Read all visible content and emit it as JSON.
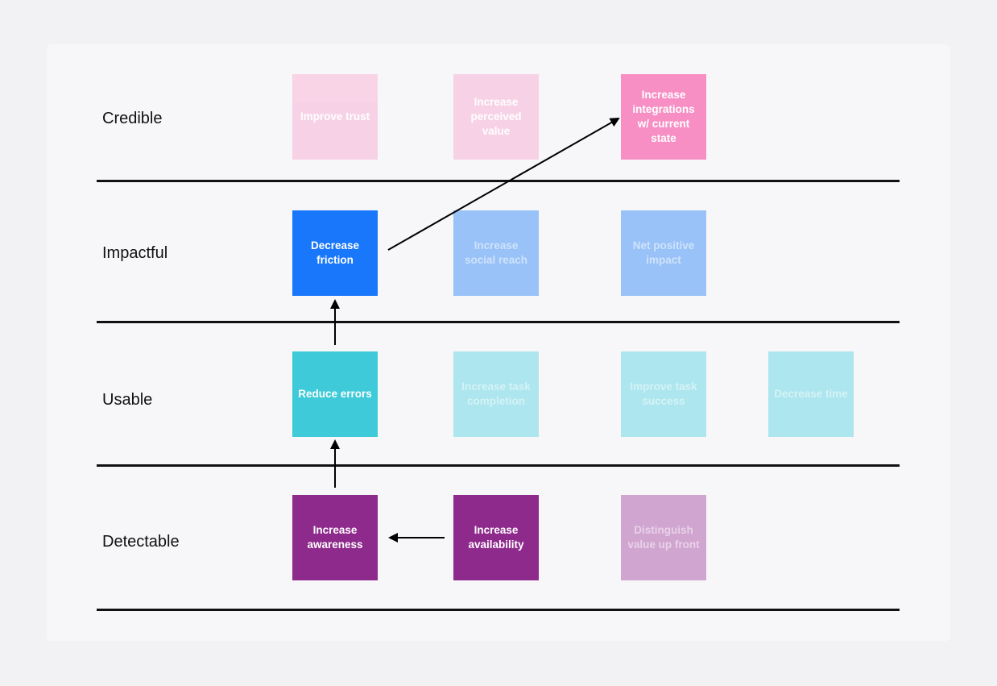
{
  "rows": {
    "credible": "Credible",
    "impactful": "Impactful",
    "usable": "Usable",
    "detectable": "Detectable"
  },
  "notes": {
    "improve_trust": "Improve trust",
    "increase_perceived_value": "Increase perceived value",
    "increase_integrations": "Increase integrations w/ current state",
    "decrease_friction": "Decrease friction",
    "increase_social_reach": "Increase social reach",
    "net_positive_impact": "Net positive impact",
    "reduce_errors": "Reduce errors",
    "increase_task_completion": "Increase task completion",
    "improve_task_success": "Improve task success",
    "decrease_time": "Decrease time",
    "increase_awareness": "Increase awareness",
    "increase_availability": "Increase availability",
    "distinguish_value": "Distinguish value up front"
  },
  "colors": {
    "pink_active": "#f78fc4",
    "pink_faded": "#f8cfe4",
    "blue_active": "#1877fa",
    "blue_faded": "#99c2f8",
    "teal_active": "#3ecad8",
    "teal_faded": "#ade6ee",
    "purple_active": "#8e2a8c",
    "purple_faded": "#d0a5d0"
  }
}
